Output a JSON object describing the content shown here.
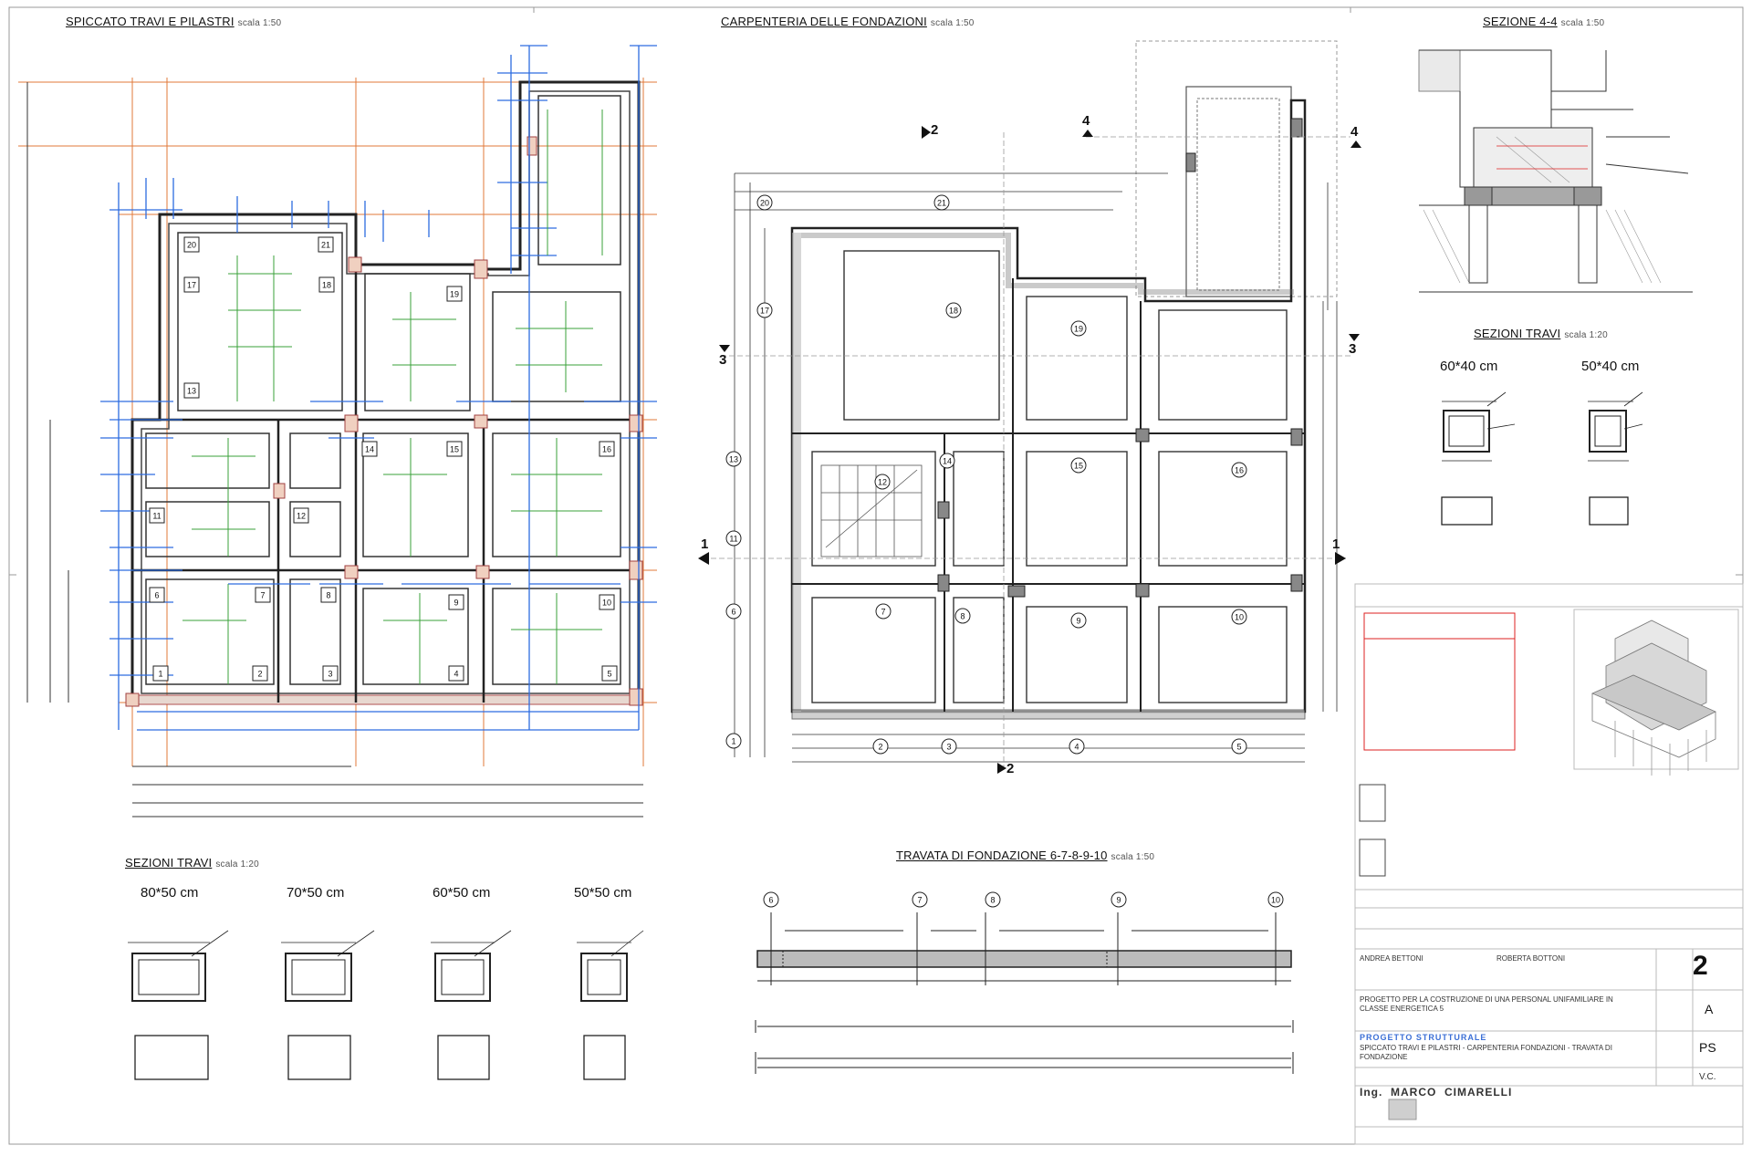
{
  "drawing_titles": {
    "plan_left": "SPICCATO TRAVI E PILASTRI",
    "plan_left_scale": "scala 1:50",
    "plan_center": "CARPENTERIA DELLE FONDAZIONI",
    "plan_center_scale": "scala 1:50",
    "section_44": "SEZIONE 4-4",
    "section_44_scale": "scala 1:50",
    "beam_sections_right": "SEZIONI TRAVI",
    "beam_sections_right_scale": "scala 1:20",
    "beam_sections_left": "SEZIONI TRAVI",
    "beam_sections_left_scale": "scala 1:20",
    "foundation_beam": "TRAVATA DI FONDAZIONE 6-7-8-9-10",
    "foundation_beam_scale": "scala 1:50"
  },
  "beam_sizes_right": [
    "60*40 cm",
    "50*40 cm"
  ],
  "beam_sizes_left": [
    "80*50 cm",
    "70*50 cm",
    "60*50 cm",
    "50*50 cm"
  ],
  "section_markers": [
    "1",
    "1",
    "2",
    "2",
    "3",
    "3",
    "4",
    "4"
  ],
  "plan_left_nodes": [
    "20",
    "21",
    "17",
    "18",
    "19",
    "13",
    "14",
    "15",
    "16",
    "11",
    "12",
    "6",
    "7",
    "8",
    "9",
    "10",
    "1",
    "2",
    "3",
    "4",
    "5"
  ],
  "plan_center_nodes": [
    "20",
    "21",
    "17",
    "18",
    "19",
    "13",
    "14",
    "15",
    "16",
    "11",
    "12",
    "6",
    "7",
    "8",
    "9",
    "10",
    "1",
    "2",
    "3",
    "4",
    "5"
  ],
  "foundation_beam_nodes": [
    "6",
    "7",
    "8",
    "9",
    "10"
  ],
  "title_block": {
    "sheet_number": "2",
    "revision": "A",
    "phase": "PS",
    "scale": "V.C.",
    "designer_1": "ANDREA BETTONI",
    "designer_2": "ROBERTA BOTTONI",
    "project": "PROGETTO PER LA COSTRUZIONE DI UNA PERSONAL UNIFAMILIARE IN CLASSE ENERGETICA 5",
    "subject_header": "PROGETTO STRUTTURALE",
    "subject": "SPICCATO TRAVI E PILASTRI - CARPENTERIA FONDAZIONI - TRAVATA DI FONDAZIONE",
    "engineer_prefix": "Ing.",
    "engineer_first": "MARCO",
    "engineer_last": "CIMARELLI"
  },
  "colors": {
    "line": "#222222",
    "grid_orange": "#e0793a",
    "dim_blue": "#2d6ce0",
    "rebar_green": "#3aa03a",
    "fill_grey": "#cfcfcf",
    "accent_red": "#d22222"
  }
}
